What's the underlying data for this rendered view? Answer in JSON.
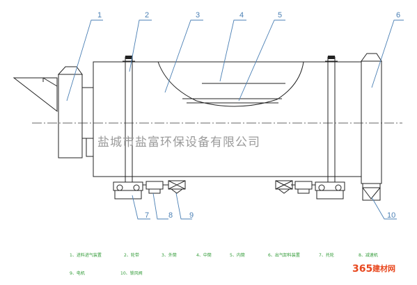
{
  "part_labels": {
    "p1": "1",
    "p2": "2",
    "p3": "3",
    "p4": "4",
    "p5": "5",
    "p6": "6",
    "p7": "7",
    "p8": "8",
    "p9": "9",
    "p10": "10"
  },
  "watermark": "盐城市盐富环保设备有限公司",
  "legend": {
    "l1": "1、进料进气装置",
    "l2": "2、轮带",
    "l3": "3、外筒",
    "l4": "4、中筒",
    "l5": "5、内筒",
    "l6": "6、出气卸料装置",
    "l7": "7、托轮",
    "l8": "8、减速机",
    "l9": "9、电机",
    "l10": "10、锁风阀"
  },
  "brand": {
    "number": "365",
    "text": "建材网"
  },
  "colors": {
    "leader": "#4a7fb4",
    "legend": "#2f9a35",
    "brand": "#e8481f",
    "watermark": "#9a9a9a"
  }
}
